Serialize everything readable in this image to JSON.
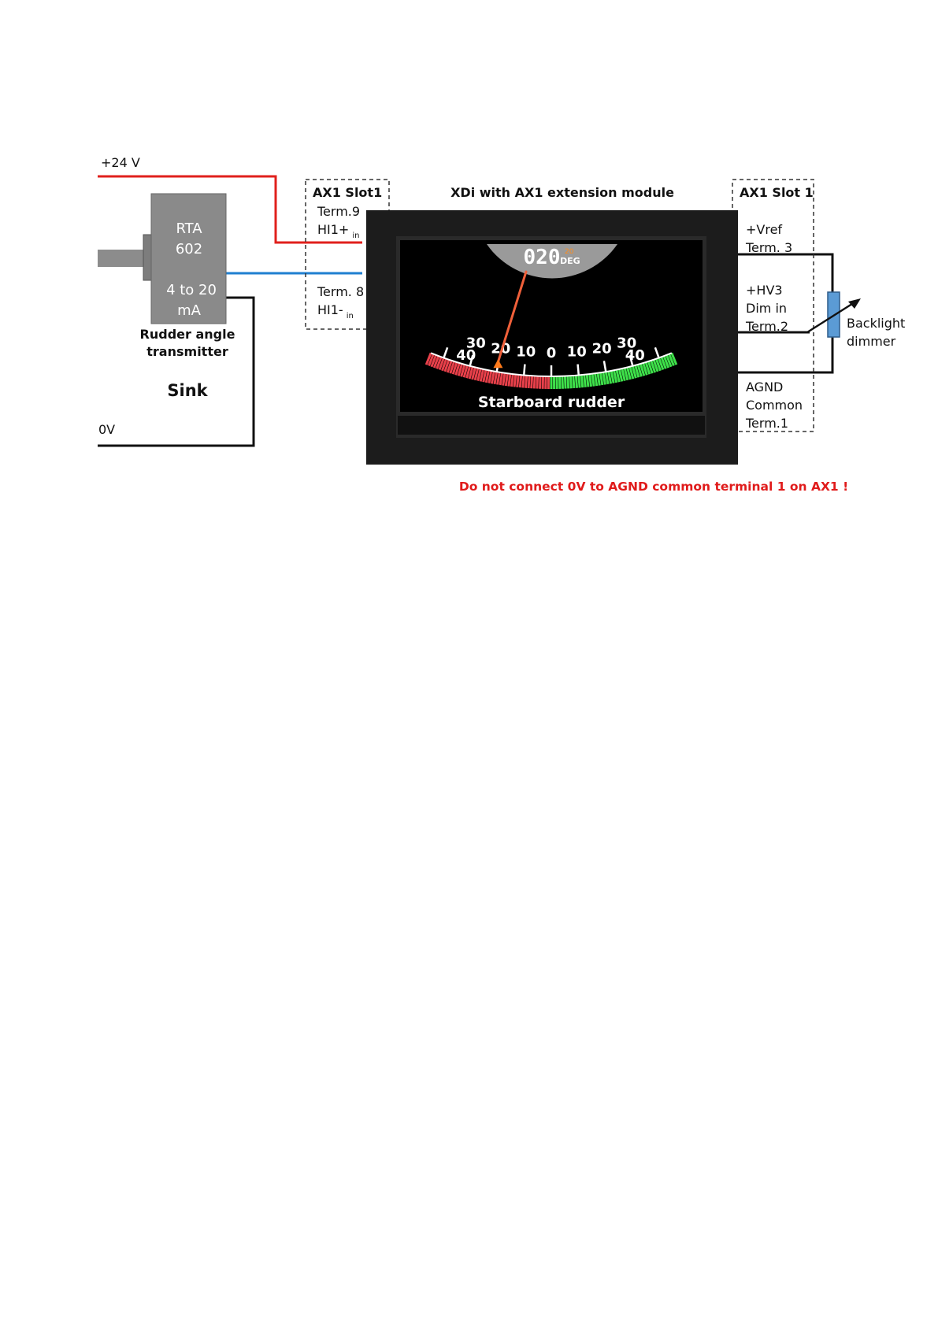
{
  "power": {
    "plus_label": "+24 V",
    "zero_label": "0V"
  },
  "transmitter": {
    "line1": "RTA",
    "line2": "602",
    "line3": "4 to 20",
    "line4": "mA",
    "caption1": "Rudder angle",
    "caption2": "transmitter",
    "mode": "Sink"
  },
  "left_slot": {
    "title": "AX1 Slot1",
    "term9": "Term.9",
    "hi1_plus": "HI1+",
    "hi1_plus_sub": "in",
    "term8": "Term. 8",
    "hi1_minus": "HI1-",
    "hi1_minus_sub": "in"
  },
  "device": {
    "title": "XDi with AX1 extension module",
    "readout": "020",
    "readout_small": "20",
    "readout_unit": "DEG",
    "caption": "Starboard rudder",
    "scale_left": [
      "40",
      "30",
      "20",
      "10"
    ],
    "scale_center": "0",
    "scale_right": [
      "10",
      "20",
      "30",
      "40"
    ],
    "pointer_value": 20,
    "colors": {
      "port": "#e8404a",
      "starboard": "#3ee04a",
      "pointer": "#f0603a",
      "marker": "#ff7a1a"
    }
  },
  "right_slot": {
    "title": "AX1 Slot 1",
    "vref": "+Vref",
    "term3": "Term. 3",
    "hv3": "+HV3",
    "dim_in": "Dim in",
    "term2": "Term.2",
    "agnd": "AGND",
    "common": "Common",
    "term1": "Term.1"
  },
  "dimmer": {
    "line1": "Backlight",
    "line2": "dimmer"
  },
  "warning": "Do not connect 0V to AGND common terminal 1 on AX1  !",
  "wire_colors": {
    "plus": "#e0201c",
    "signal": "#1f7fd0",
    "ground": "#111111"
  }
}
